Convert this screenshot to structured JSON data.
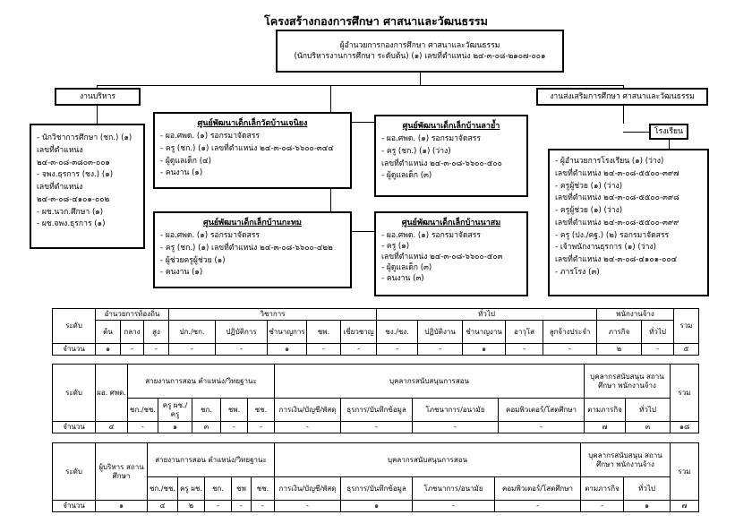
{
  "title": "โครงสร้างกองการศึกษา ศาสนาและวัฒนธรรม",
  "director": {
    "line1": "ผู้อำนวยการกองการศึกษา ศาสนาและวัฒนธรรม",
    "line2": "(นักบริหารงานการศึกษา ระดับต้น) (๑) เลขที่ตำแหน่ง ๒๔-๓-๐๘-๒๑๐๗-๐๐๑"
  },
  "admin": {
    "label": "งานบริหาร",
    "items": [
      "- นักวิชาการศึกษา (ชก.) (๑)",
      "  เลขที่ตำแหน่ง",
      "  ๒๔-๓-๐๘-๓๘๐๓-๐๐๑",
      "- จพง.ธุรการ (ชง.) (๑)",
      "  เลขที่ตำแหน่ง",
      "  ๒๔-๓-๐๘-๔๑๐๑-๐๐๒",
      "- ผช.นวก.ศึกษา (๑)",
      "- ผช.จพง.ธุรการ (๑)"
    ]
  },
  "promo": {
    "label": "งานส่งเสริมการศึกษา ศาสนาและวัฒนธรรม"
  },
  "school": {
    "label": "โรงเรียน",
    "items": [
      "- ผู้อำนวยการโรงเรียน (๑) (ว่าง)",
      "  เลขที่ตำแหน่ง ๒๔-๓-๐๘-๕๕๐๐-๓๙๗",
      "- ครูผู้ช่วย (๑) (ว่าง)",
      "  เลขที่ตำแหน่ง ๒๔-๓-๐๘-๕๕๐๐-๓๙๘",
      "- ครูผู้ช่วย (๑) (ว่าง)",
      "  เลขที่ตำแหน่ง ๒๔-๓-๐๘-๕๕๐๐-๓๙๙",
      "- ครู (ปง./คฐ.) (๒) รอกรมาจัดสรร",
      "- เจ้าพนักงานธุรการ (๑) (ว่าง)",
      "  เลขที่ตำแหน่ง ๒๔-๓-๐๘-๔๑๐๑-๐๐๔",
      "- ภารโรง (๓)"
    ]
  },
  "centers": [
    {
      "title": "ศูนย์พัฒนาเด็กเล็กวัดบ้านเจนิยง",
      "items": [
        "- ผอ.ศพด. (๑) รอกรมาจัดสรร",
        "- ครู (ชก.) (๑) เลขที่ตำแหน่ง ๒๔-๓-๐๘-๖๖๐๐-๓๔๔",
        "- ผู้ดูแลเด็ก (๔)",
        "- คนงาน (๑)"
      ]
    },
    {
      "title": "ศูนย์พัฒนาเด็กเล็กบ้านลาย้ำ",
      "items": [
        "- ผอ.ศพด. (๑) รอกรมาจัดสรร",
        "- ครู (ชก.) (๑) (ว่าง)",
        "  เลขที่ตำแหน่ง ๒๔-๓-๐๘-๖๖๐๐-๕๐๐",
        "- ผู้ดูแลเด็ก (๓)"
      ]
    },
    {
      "title": "ศูนย์พัฒนาเด็กเล็กบ้านกะทม",
      "items": [
        "- ผอ.ศพด. (๑) รอกรมาจัดสรร",
        "- ครู (ชก.) (๑) เลขที่ตำแหน่ง ๒๔-๓-๐๘-๖๖๐๐-๔๒๒",
        "- ผู้ช่วยครูผู้ช่วย (๑)",
        "- คนงาน (๑)"
      ]
    },
    {
      "title": "ศูนย์พัฒนาเด็กเล็กบ้านนาสม",
      "items": [
        "- ผอ.ศพด. (๑) รอกรมาจัดสรร",
        "- ครู (๑)",
        "  เลขที่ตำแหน่ง ๒๔-๓-๐๘-๖๖๐๐-๕๐๓",
        "- ผู้ดูแลเด็ก (๓)",
        "- คนงาน (๓)"
      ]
    }
  ],
  "table1": {
    "level_label": "ระดับ",
    "groups": [
      "อำนวยการท้องถิ่น",
      "วิชาการ",
      "ทั่วไป",
      "พนักงานจ้าง"
    ],
    "cols": [
      "ต้น",
      "กลาง",
      "สูง",
      "ปก./ชก.",
      "ปฏิบัติการ",
      "ชำนาญการ",
      "ชพ.",
      "เชี่ยวชาญ",
      "ชง./ชง.",
      "ปฏิบัติงาน",
      "ชำนาญงาน",
      "อาวุโส",
      "ลูกจ้างประจำ",
      "ภารกิจ",
      "ทั่วไป"
    ],
    "total_label": "รวม",
    "row_label": "จำนวน",
    "values": [
      "๑",
      "-",
      "-",
      "-",
      "-",
      "๑",
      "-",
      "-",
      "-",
      "-",
      "๑",
      "-",
      "-",
      "๒",
      "-",
      "๕"
    ]
  },
  "table2": {
    "level_label": "ระดับ",
    "head_label": "ผอ. ศพด.",
    "teach_group": "สายงานการสอน ตำแหน่ง/วิทยฐานะ",
    "support_group": "บุคลากรสนับสนุนการสอน",
    "staff_group": "บุคลากรสนับสนุน สถานศึกษา พนักงานจ้าง",
    "cols": [
      "ชก./ชช.",
      "ครู ผช./ครู",
      "ชก.",
      "ชพ.",
      "ชช.",
      "การเงิน/บัญชี/พัสดุ",
      "ธุรการ/บันทึกข้อมูล",
      "โภชนาการ/อนามัย",
      "คอมพิวเตอร์/โสตศึกษา",
      "ตามภารกิจ",
      "ทั่วไป"
    ],
    "total_label": "รวม",
    "row_label": "จำนวน",
    "values": [
      "๔",
      "-",
      "๑",
      "๓",
      "-",
      "-",
      "-",
      "-",
      "-",
      "-",
      "๗",
      "๓",
      "๑๘"
    ]
  },
  "table3": {
    "level_label": "ระดับ",
    "head_label": "ผู้บริหาร สถานศึกษา",
    "teach_group": "สายงานการสอน ตำแหน่ง/วิทยฐานะ",
    "support_group": "บุคลากรสนับสนุนการสอน",
    "staff_group": "บุคลากรสนับสนุน สถานศึกษา พนักงานจ้าง",
    "cols": [
      "ชก./ชช.",
      "ครู ผช.",
      "ชก.",
      "ชพ",
      "ชช.",
      "การเงิน/บัญชี/พัสดุ",
      "ธุรการ/บันทึกข้อมูล",
      "โภชนาการ/อนามัย",
      "คอมพิวเตอร์/โสตศึกษา",
      "ตามภารกิจ",
      "ทั่วไป"
    ],
    "total_label": "รวม",
    "row_label": "จำนวน",
    "values": [
      "๑",
      "๔",
      "๒",
      "-",
      "-",
      "-",
      "-",
      "๑",
      "-",
      "-",
      "-",
      "๑",
      "๗"
    ]
  }
}
